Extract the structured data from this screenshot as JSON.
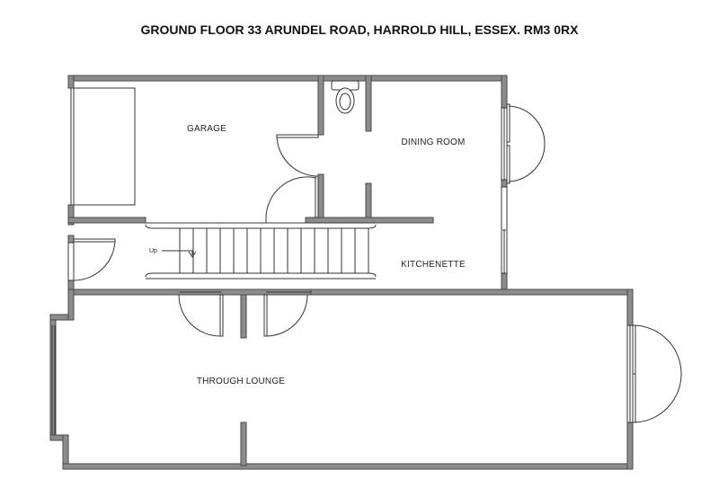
{
  "title": "GROUND FLOOR 33 ARUNDEL ROAD, HARROLD HILL, ESSEX. RM3 0RX",
  "rooms": {
    "garage": "GARAGE",
    "dining_room": "DINING ROOM",
    "kitchenette": "KITCHENETTE",
    "through_lounge": "THROUGH LOUNGE"
  },
  "stairs": {
    "direction_label": "Up"
  },
  "colors": {
    "wall": "#8c8c8c",
    "outline": "#4a4a4a",
    "text": "#111111"
  }
}
